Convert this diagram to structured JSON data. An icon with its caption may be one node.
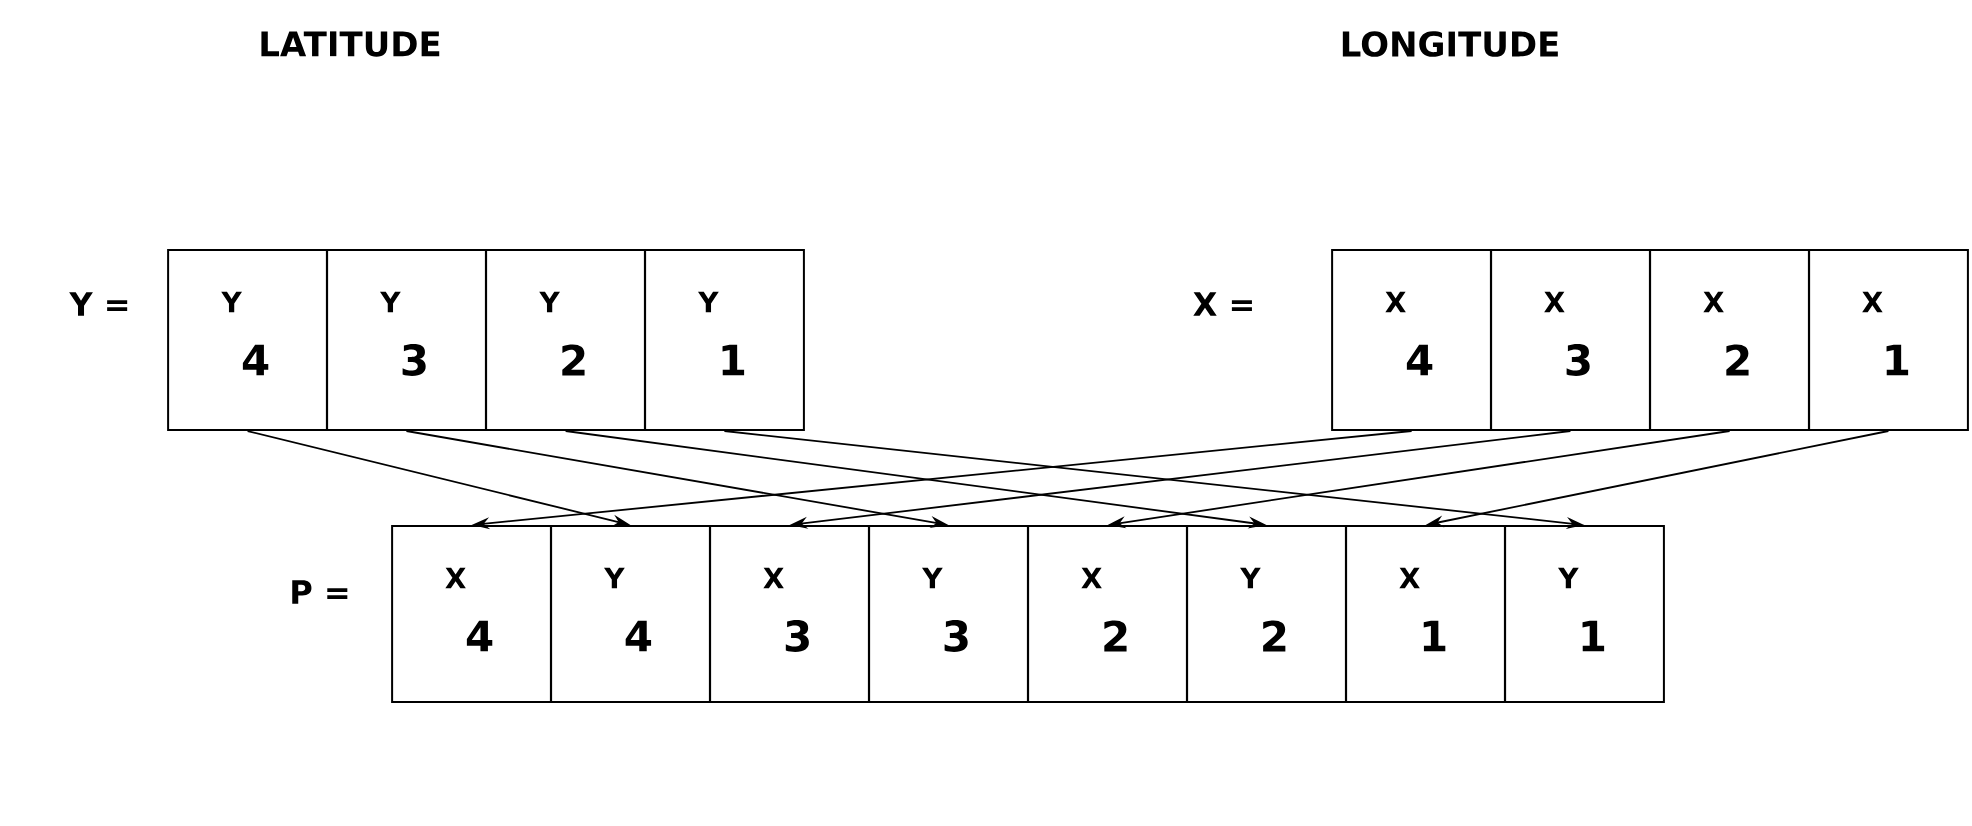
{
  "diagram": {
    "nodes": [
      {
        "text": [
          "Y",
          "4"
        ]
      },
      {
        "text": [
          "Y",
          "3"
        ]
      },
      {
        "text": [
          "Y",
          "2"
        ]
      },
      {
        "text": [
          "Y",
          "1"
        ]
      },
      {
        "text": [
          "X",
          "4"
        ]
      },
      {
        "text": [
          "X",
          "3"
        ]
      },
      {
        "text": [
          "X",
          "2"
        ]
      },
      {
        "text": [
          "X",
          "1"
        ]
      },
      {
        "text": [
          "X",
          "4"
        ]
      },
      {
        "text": [
          "Y",
          "4"
        ]
      },
      {
        "text": [
          "X",
          "3"
        ]
      },
      {
        "text": [
          "Y",
          "3"
        ]
      },
      {
        "text": [
          "X",
          "2"
        ]
      },
      {
        "text": [
          "Y",
          "2"
        ]
      },
      {
        "text": [
          "X",
          "1"
        ]
      },
      {
        "text": [
          "Y",
          "1"
        ]
      }
    ],
    "edges": [
      {
        "from": 0,
        "to": 9,
        "arrow": "to"
      },
      {
        "from": 1,
        "to": 11,
        "arrow": "to"
      },
      {
        "from": 2,
        "to": 13,
        "arrow": "to"
      },
      {
        "from": 3,
        "to": 15,
        "arrow": "to"
      },
      {
        "from": 4,
        "to": 8,
        "arrow": "to"
      },
      {
        "from": 5,
        "to": 10,
        "arrow": "to"
      },
      {
        "from": 6,
        "to": 12,
        "arrow": "to"
      },
      {
        "from": 7,
        "to": 14,
        "arrow": "to"
      }
    ],
    "labels": [
      "LATITUDE",
      "LONGITUDE",
      "Y =",
      "X =",
      "P ="
    ]
  }
}
